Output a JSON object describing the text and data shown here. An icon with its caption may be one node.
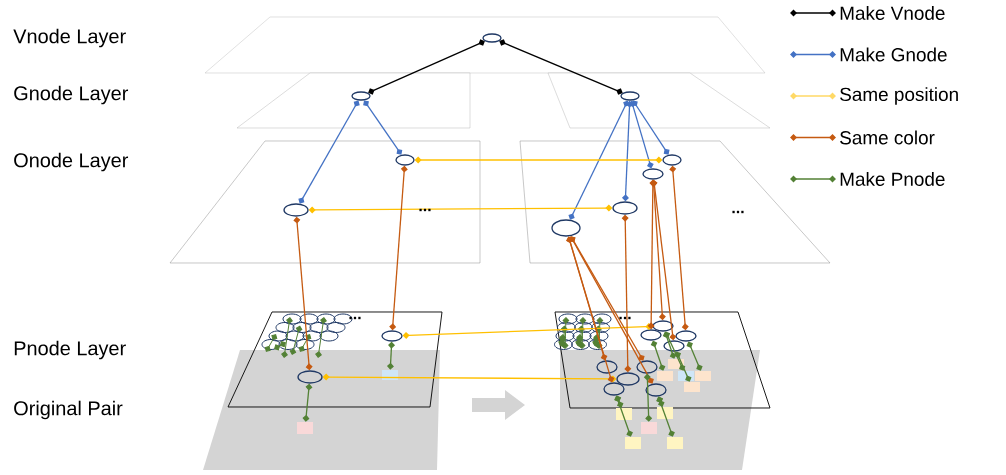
{
  "diagram": {
    "nodes": [
      {
        "text": [],
        "shape": "circle"
      },
      {
        "text": [],
        "shape": "circle"
      },
      {
        "text": [],
        "shape": "circle"
      },
      {
        "text": [],
        "shape": "circle"
      },
      {
        "text": [],
        "shape": "circle"
      },
      {
        "text": [],
        "shape": "circle"
      },
      {
        "text": [],
        "shape": "circle"
      },
      {
        "text": [],
        "shape": "circle"
      },
      {
        "text": [],
        "shape": "circle"
      },
      {
        "text": [],
        "shape": "circle"
      },
      {
        "text": [],
        "shape": "circle"
      },
      {
        "text": [],
        "shape": "box"
      },
      {
        "text": [],
        "shape": "box"
      },
      {
        "text": [],
        "shape": "circle"
      },
      {
        "text": [],
        "shape": "circle"
      },
      {
        "text": [],
        "shape": "circle"
      },
      {
        "text": [],
        "shape": "circle"
      },
      {
        "text": [],
        "shape": "circle"
      },
      {
        "text": [],
        "shape": "circle"
      },
      {
        "text": [],
        "shape": "circle"
      },
      {
        "text": [],
        "shape": "circle"
      },
      {
        "text": [],
        "shape": "circle"
      },
      {
        "text": [],
        "shape": "box"
      },
      {
        "text": [],
        "shape": "box"
      },
      {
        "text": [],
        "shape": "box"
      },
      {
        "text": [],
        "shape": "box"
      },
      {
        "text": [],
        "shape": "box"
      },
      {
        "text": [],
        "shape": "box"
      },
      {
        "text": [],
        "shape": "box"
      },
      {
        "text": [],
        "shape": "box"
      },
      {
        "text": [],
        "shape": "box"
      },
      {
        "text": [],
        "shape": "box"
      }
    ],
    "edges": [
      {
        "from": 0,
        "to": 1,
        "arrow": "other",
        "color": "#000000"
      },
      {
        "from": 0,
        "to": 2,
        "arrow": "other",
        "color": "#000000"
      },
      {
        "from": 1,
        "to": 3,
        "arrow": "other",
        "color": "#4472c4"
      },
      {
        "from": 1,
        "to": 4,
        "arrow": "other",
        "color": "#4472c4"
      },
      {
        "from": 2,
        "to": 5,
        "arrow": "other",
        "color": "#4472c4"
      },
      {
        "from": 2,
        "to": 6,
        "arrow": "other",
        "color": "#4472c4"
      },
      {
        "from": 2,
        "to": 7,
        "arrow": "other",
        "color": "#4472c4"
      },
      {
        "from": 2,
        "to": 8,
        "arrow": "other",
        "color": "#4472c4"
      },
      {
        "from": 4,
        "to": 8,
        "arrow": "other",
        "color": "#ffc000"
      },
      {
        "from": 3,
        "to": 6,
        "arrow": "other",
        "color": "#ffc000"
      },
      {
        "from": 9,
        "to": 14,
        "arrow": "other",
        "color": "#ffc000"
      },
      {
        "from": 10,
        "to": 13,
        "arrow": "other",
        "color": "#ffc000"
      },
      {
        "from": 3,
        "to": 10,
        "arrow": "other",
        "color": "#c55a11"
      },
      {
        "from": 4,
        "to": 9,
        "arrow": "other",
        "color": "#c55a11"
      },
      {
        "from": 5,
        "to": 15,
        "arrow": "other",
        "color": "#c55a11"
      },
      {
        "from": 5,
        "to": 16,
        "arrow": "other",
        "color": "#c55a11"
      },
      {
        "from": 5,
        "to": 17,
        "arrow": "other",
        "color": "#c55a11"
      },
      {
        "from": 5,
        "to": 18,
        "arrow": "other",
        "color": "#c55a11"
      },
      {
        "from": 6,
        "to": 13,
        "arrow": "other",
        "color": "#c55a11"
      },
      {
        "from": 7,
        "to": 19,
        "arrow": "other",
        "color": "#c55a11"
      },
      {
        "from": 7,
        "to": 14,
        "arrow": "other",
        "color": "#c55a11"
      },
      {
        "from": 7,
        "to": 21,
        "arrow": "other",
        "color": "#c55a11"
      },
      {
        "from": 8,
        "to": 20,
        "arrow": "other",
        "color": "#c55a11"
      },
      {
        "from": 9,
        "to": 11,
        "arrow": "other",
        "color": "#538135"
      },
      {
        "from": 10,
        "to": 12,
        "arrow": "other",
        "color": "#538135"
      },
      {
        "from": 19,
        "to": 27,
        "arrow": "other",
        "color": "#538135"
      },
      {
        "from": 14,
        "to": 29,
        "arrow": "other",
        "color": "#538135"
      },
      {
        "from": 20,
        "to": 30,
        "arrow": "other",
        "color": "#538135"
      },
      {
        "from": 21,
        "to": 31,
        "arrow": "other",
        "color": "#538135"
      },
      {
        "from": 14,
        "to": 28,
        "arrow": "other",
        "color": "#538135"
      },
      {
        "from": 17,
        "to": 22,
        "arrow": "other",
        "color": "#538135"
      },
      {
        "from": 17,
        "to": 25,
        "arrow": "other",
        "color": "#538135"
      },
      {
        "from": 16,
        "to": 24,
        "arrow": "other",
        "color": "#538135"
      },
      {
        "from": 18,
        "to": 23,
        "arrow": "other",
        "color": "#538135"
      },
      {
        "from": 18,
        "to": 26,
        "arrow": "other",
        "color": "#538135"
      }
    ],
    "labels": [
      "Vnode Layer",
      "Gnode Layer",
      "Onode Layer",
      "Pnode Layer",
      "Original Pair",
      "...",
      "...",
      "...",
      "..."
    ],
    "legend": [
      {
        "text": "Make Vnode"
      },
      {
        "text": "Make Gnode"
      },
      {
        "text": "Same position"
      },
      {
        "text": "Same color"
      },
      {
        "text": "Make Pnode"
      }
    ]
  }
}
